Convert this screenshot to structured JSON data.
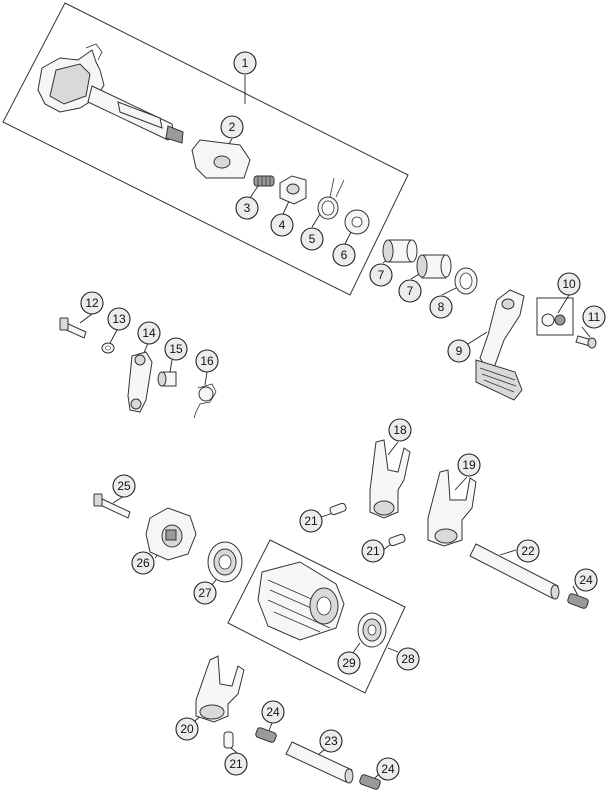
{
  "callouts": [
    {
      "id": "1",
      "label": "1"
    },
    {
      "id": "2",
      "label": "2"
    },
    {
      "id": "3",
      "label": "3"
    },
    {
      "id": "4",
      "label": "4"
    },
    {
      "id": "5",
      "label": "5"
    },
    {
      "id": "6",
      "label": "6"
    },
    {
      "id": "7a",
      "label": "7"
    },
    {
      "id": "7b",
      "label": "7"
    },
    {
      "id": "8",
      "label": "8"
    },
    {
      "id": "9",
      "label": "9"
    },
    {
      "id": "10",
      "label": "10"
    },
    {
      "id": "11",
      "label": "11"
    },
    {
      "id": "12",
      "label": "12"
    },
    {
      "id": "13",
      "label": "13"
    },
    {
      "id": "14",
      "label": "14"
    },
    {
      "id": "15",
      "label": "15"
    },
    {
      "id": "16",
      "label": "16"
    },
    {
      "id": "18",
      "label": "18"
    },
    {
      "id": "19",
      "label": "19"
    },
    {
      "id": "20",
      "label": "20"
    },
    {
      "id": "21a",
      "label": "21"
    },
    {
      "id": "21b",
      "label": "21"
    },
    {
      "id": "21c",
      "label": "21"
    },
    {
      "id": "22",
      "label": "22"
    },
    {
      "id": "23",
      "label": "23"
    },
    {
      "id": "24a",
      "label": "24"
    },
    {
      "id": "24b",
      "label": "24"
    },
    {
      "id": "24c",
      "label": "24"
    },
    {
      "id": "25",
      "label": "25"
    },
    {
      "id": "26",
      "label": "26"
    },
    {
      "id": "27",
      "label": "27"
    },
    {
      "id": "28",
      "label": "28"
    },
    {
      "id": "29",
      "label": "29"
    }
  ]
}
